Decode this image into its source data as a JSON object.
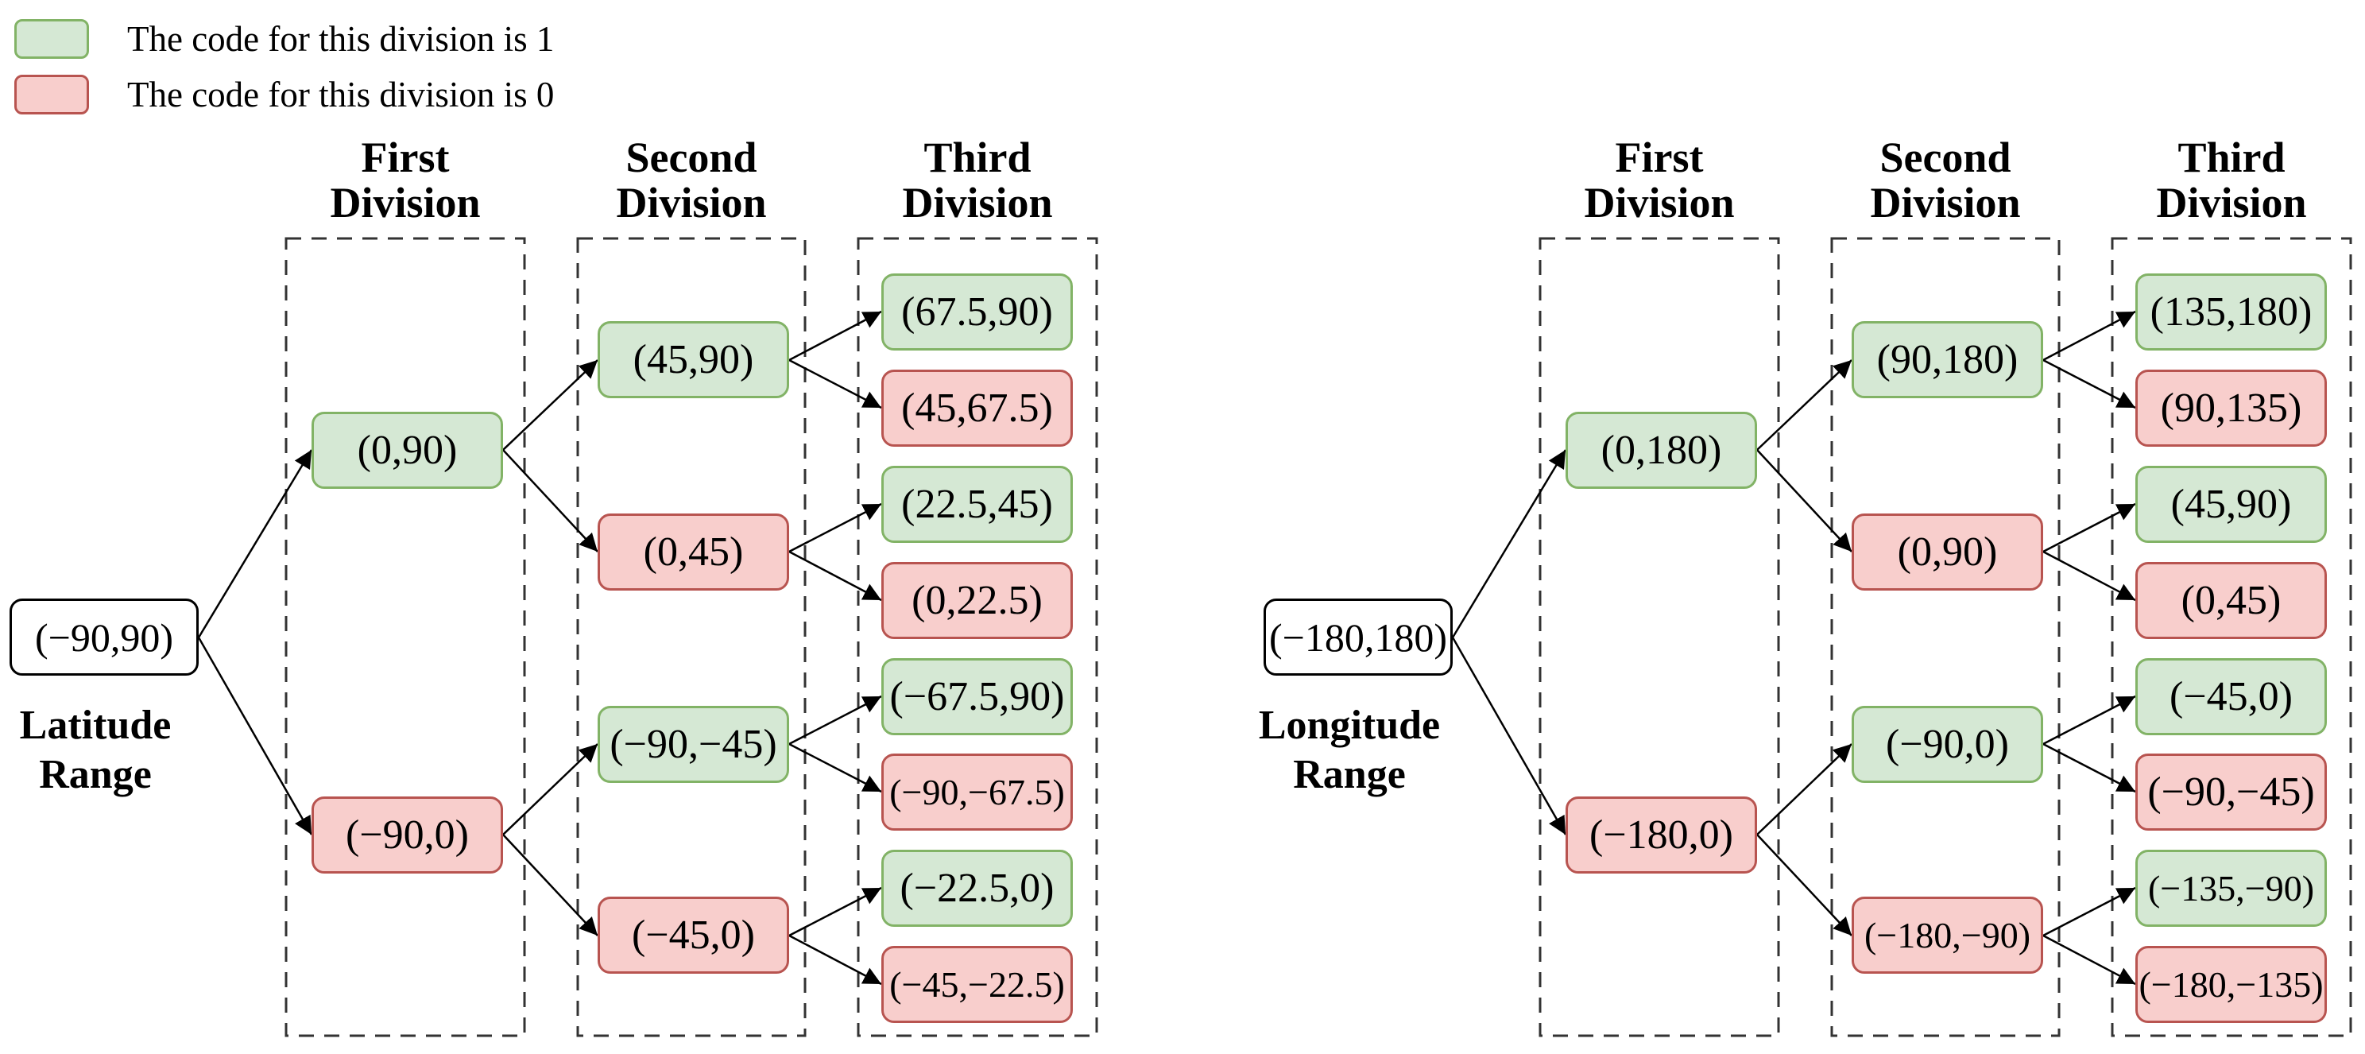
{
  "legend": {
    "items": [
      {
        "label": "The code for this division is 1",
        "code": "1",
        "fill": "#d5e8d4",
        "stroke": "#82b366"
      },
      {
        "label": "The code for this division is 0",
        "code": "0",
        "fill": "#f8cecc",
        "stroke": "#b85450"
      }
    ]
  },
  "colors": {
    "code1_fill": "#d5e8d4",
    "code1_stroke": "#82b366",
    "code0_fill": "#f8cecc",
    "code0_stroke": "#b85450",
    "root_fill": "#ffffff",
    "root_stroke": "#000000"
  },
  "trees": [
    {
      "name": "latitude",
      "caption": {
        "line1": "Latitude",
        "line2": "Range"
      },
      "root": {
        "label": "(−90,90)"
      },
      "headers": [
        {
          "line1": "First",
          "line2": "Division"
        },
        {
          "line1": "Second",
          "line2": "Division"
        },
        {
          "line1": "Third",
          "line2": "Division"
        }
      ],
      "level1": [
        {
          "label": "(0,90)",
          "code": "1"
        },
        {
          "label": "(−90,0)",
          "code": "0"
        }
      ],
      "level2": [
        {
          "label": "(45,90)",
          "code": "1"
        },
        {
          "label": "(0,45)",
          "code": "0"
        },
        {
          "label": "(−90,−45)",
          "code": "1"
        },
        {
          "label": "(−45,0)",
          "code": "0"
        }
      ],
      "level3": [
        {
          "label": "(67.5,90)",
          "code": "1"
        },
        {
          "label": "(45,67.5)",
          "code": "0"
        },
        {
          "label": "(22.5,45)",
          "code": "1"
        },
        {
          "label": "(0,22.5)",
          "code": "0"
        },
        {
          "label": "(−67.5,90)",
          "code": "1"
        },
        {
          "label": "(−90,−67.5)",
          "code": "0"
        },
        {
          "label": "(−22.5,0)",
          "code": "1"
        },
        {
          "label": "(−45,−22.5)",
          "code": "0"
        }
      ]
    },
    {
      "name": "longitude",
      "caption": {
        "line1": "Longitude",
        "line2": "Range"
      },
      "root": {
        "label": "(−180,180)"
      },
      "headers": [
        {
          "line1": "First",
          "line2": "Division"
        },
        {
          "line1": "Second",
          "line2": "Division"
        },
        {
          "line1": "Third",
          "line2": "Division"
        }
      ],
      "level1": [
        {
          "label": "(0,180)",
          "code": "1"
        },
        {
          "label": "(−180,0)",
          "code": "0"
        }
      ],
      "level2": [
        {
          "label": "(90,180)",
          "code": "1"
        },
        {
          "label": "(0,90)",
          "code": "0"
        },
        {
          "label": "(−90,0)",
          "code": "1"
        },
        {
          "label": "(−180,−90)",
          "code": "0"
        }
      ],
      "level3": [
        {
          "label": "(135,180)",
          "code": "1"
        },
        {
          "label": "(90,135)",
          "code": "0"
        },
        {
          "label": "(45,90)",
          "code": "1"
        },
        {
          "label": "(0,45)",
          "code": "0"
        },
        {
          "label": "(−45,0)",
          "code": "1"
        },
        {
          "label": "(−90,−45)",
          "code": "0"
        },
        {
          "label": "(−135,−90)",
          "code": "1"
        },
        {
          "label": "(−180,−135)",
          "code": "0"
        }
      ]
    }
  ]
}
